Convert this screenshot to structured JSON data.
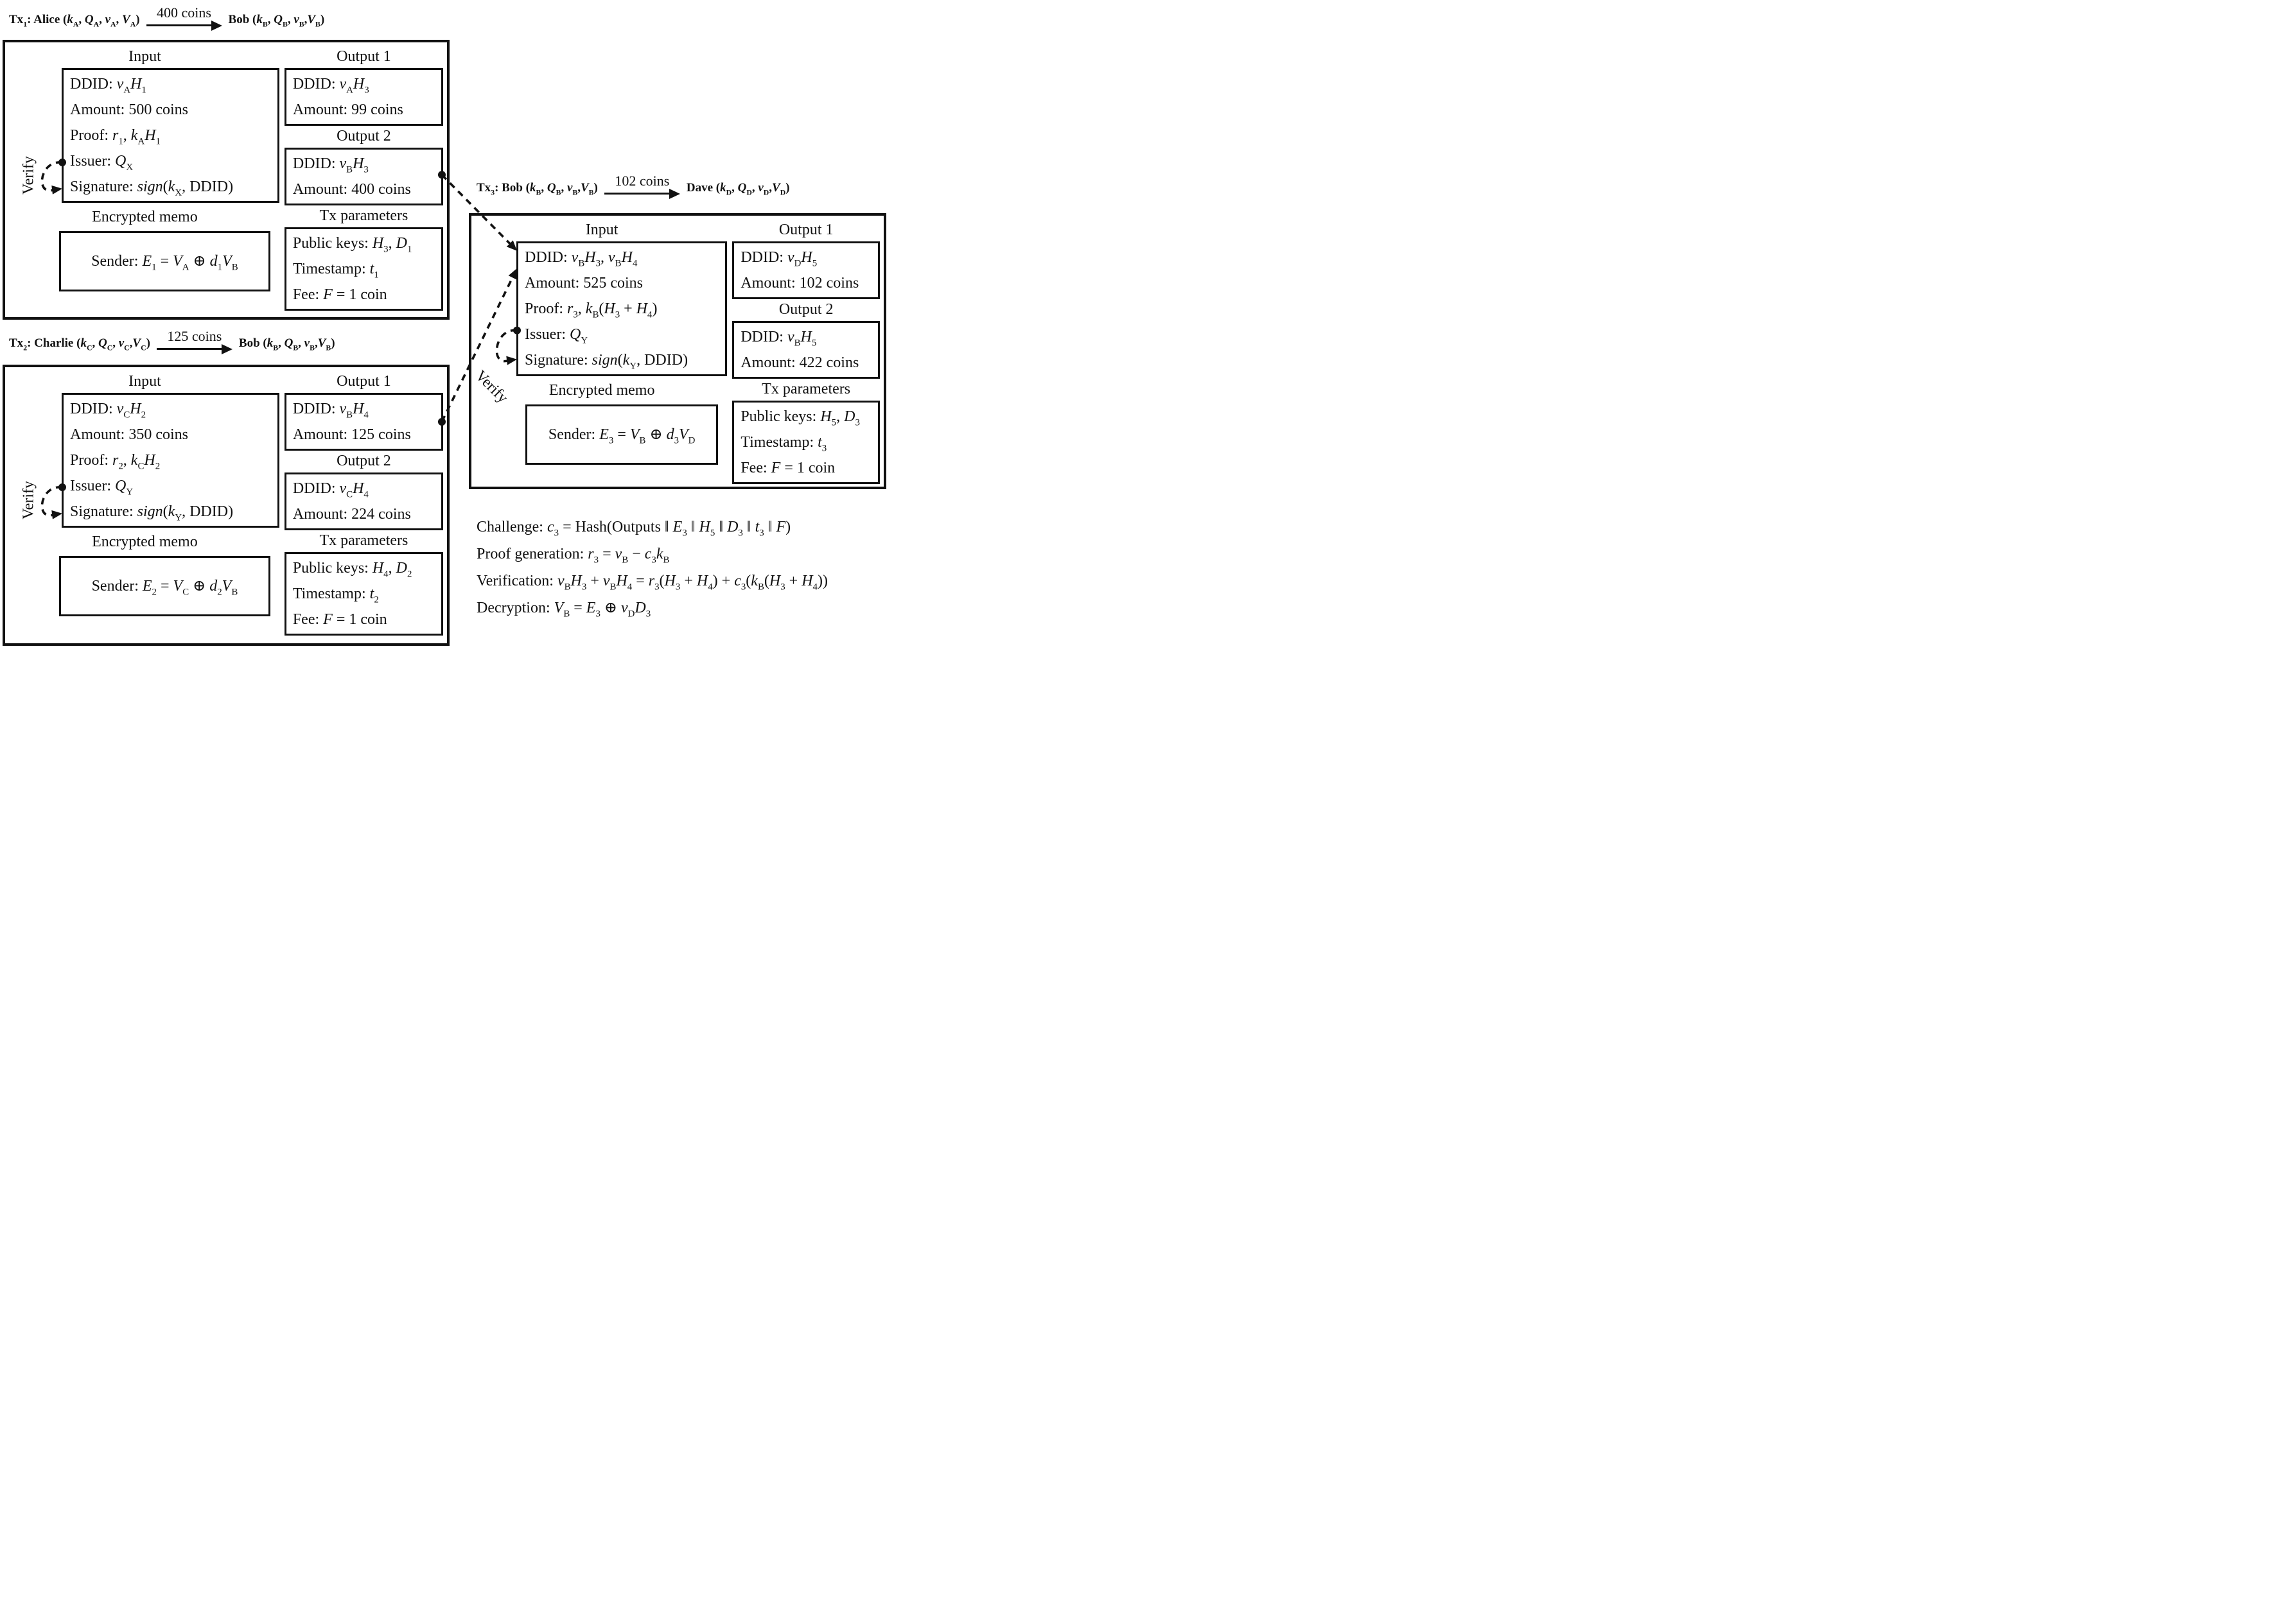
{
  "labels": {
    "input": "Input",
    "output1": "Output 1",
    "output2": "Output 2",
    "memo": "Encrypted memo",
    "params": "Tx parameters",
    "verify": "Verify"
  },
  "tx1": {
    "title": "Tx_1_: Alice (*k*_A_, *Q*_A_, *v*_A_, *V*_A_)",
    "coins": "400 coins",
    "recipient": "Bob (*k*_B_, *Q*_B_, *v*_B_,*V*_B_)",
    "input_lines": [
      "DDID: *v*_A_*H*_1_",
      "Amount: 500 coins",
      "Proof: *r*_1_, *k*_A_*H*_1_",
      "Issuer: *Q*_X_",
      "Signature: *sign*(*k*_X_, DDID)"
    ],
    "memo_line": "Sender: *E*_1_ = *V*_A_ ⊕ *d*_1_*V*_B_",
    "output1_lines": [
      "DDID: *v*_A_*H*_3_",
      "Amount: 99 coins"
    ],
    "output2_lines": [
      "DDID: *v*_B_*H*_3_",
      "Amount: 400 coins"
    ],
    "param_lines": [
      "Public keys: *H*_3_, *D*_1_",
      "Timestamp: *t*_1_",
      "Fee: *F* = 1 coin"
    ]
  },
  "tx2": {
    "title": "Tx_2_: Charlie (*k*_C_, *Q*_C_, *v*_C_,*V*_C_)",
    "coins": "125 coins",
    "recipient": "Bob (*k*_B_, *Q*_B_, *v*_B_,*V*_B_)",
    "input_lines": [
      "DDID: *v*_C_*H*_2_",
      "Amount: 350 coins",
      "Proof: *r*_2_, *k*_C_*H*_2_",
      "Issuer: *Q*_Y_",
      "Signature: *sign*(*k*_Y_, DDID)"
    ],
    "memo_line": "Sender: *E*_2_ = *V*_C_ ⊕ *d*_2_*V*_B_",
    "output1_lines": [
      "DDID: *v*_B_*H*_4_",
      "Amount: 125 coins"
    ],
    "output2_lines": [
      "DDID: *v*_C_*H*_4_",
      "Amount: 224 coins"
    ],
    "param_lines": [
      "Public keys: *H*_4_, *D*_2_",
      "Timestamp: *t*_2_",
      "Fee: *F* = 1 coin"
    ]
  },
  "tx3": {
    "title": "Tx_3_: Bob (*k*_B_, *Q*_B_, *v*_B_,*V*_B_)",
    "coins": "102 coins",
    "recipient": "Dave (*k*_D_, *Q*_D_, *v*_D_,*V*_D_)",
    "input_lines": [
      "DDID: *v*_B_*H*_3_, *v*_B_*H*_4_",
      "Amount: 525 coins",
      "Proof: *r*_3_, *k*_B_(*H*_3_ + *H*_4_)",
      "Issuer: *Q*_Y_",
      "Signature: *sign*(*k*_Y_, DDID)"
    ],
    "memo_line": "Sender: *E*_3_ = *V*_B_ ⊕ *d*_3_*V*_D_",
    "output1_lines": [
      "DDID: *v*_D_*H*_5_",
      "Amount: 102 coins"
    ],
    "output2_lines": [
      "DDID: *v*_B_*H*_5_",
      "Amount: 422 coins"
    ],
    "param_lines": [
      "Public keys: *H*_5_, *D*_3_",
      "Timestamp: *t*_3_",
      "Fee: *F* = 1 coin"
    ]
  },
  "equations": [
    "Challenge: *c*_3_ = Hash(Outputs ‖ *E*_3_ ‖ *H*_5_ ‖ *D*_3_ ‖ *t*_3_ ‖ *F*)",
    "Proof generation: *r*_3_ = *v*_B_ − *c*_3_*k*_B_",
    "Verification: *v*_B_*H*_3_ + *v*_B_*H*_4_ = *r*_3_(*H*_3_ + *H*_4_) + *c*_3_(*k*_B_(*H*_3_ + *H*_4_))",
    "Decryption: *V*_B_ = *E*_3_ ⊕ *v*_D_*D*_3_"
  ],
  "connectors": [
    {
      "from": "tx1-output2-box",
      "from_frac": 0.47,
      "to": "tx3-input-box",
      "to_frac": 0.07
    },
    {
      "from": "tx2-output1-box",
      "from_frac": 0.5,
      "to": "tx3-input-box",
      "to_frac": 0.2
    }
  ],
  "verify_loops": [
    {
      "box": "tx1-input-box",
      "label": "tx1-verify-label",
      "dot_frac": 0.7,
      "tip_frac": 0.89,
      "style": "side"
    },
    {
      "box": "tx2-input-box",
      "label": "tx2-verify-label",
      "dot_frac": 0.7,
      "tip_frac": 0.89,
      "style": "side"
    },
    {
      "box": "tx3-input-box",
      "label": "tx3-verify-label",
      "dot_frac": 0.66,
      "tip_frac": 0.87,
      "style": "diag"
    }
  ]
}
